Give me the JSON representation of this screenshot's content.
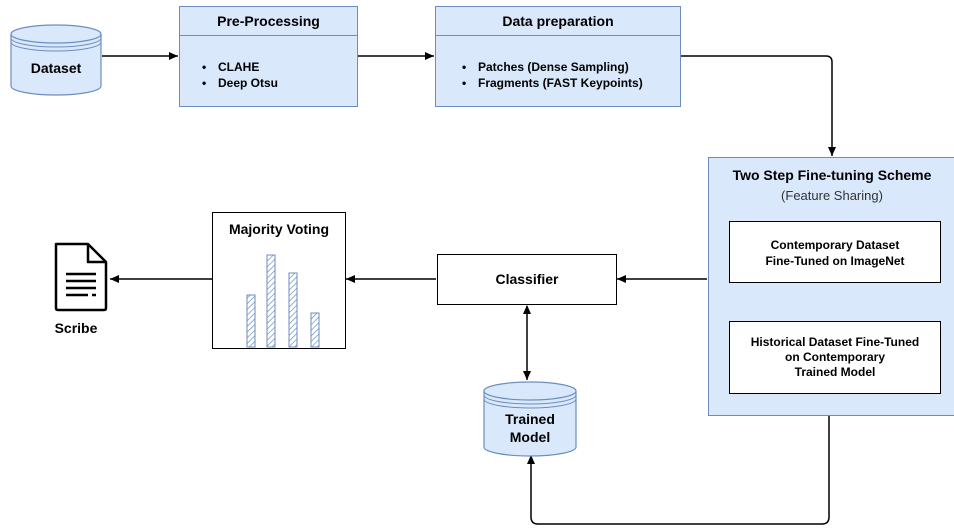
{
  "dataset": {
    "label": "Dataset"
  },
  "preprocessing": {
    "title": "Pre-Processing",
    "items": [
      "CLAHE",
      "Deep Otsu"
    ]
  },
  "data_preparation": {
    "title": "Data preparation",
    "items": [
      "Patches (Dense Sampling)",
      "Fragments (FAST Keypoints)"
    ]
  },
  "finetuning": {
    "title": "Two Step Fine-tuning Scheme",
    "subtitle": "(Feature Sharing)",
    "step1": [
      "Contemporary Dataset",
      "Fine-Tuned on ImageNet"
    ],
    "step2": [
      "Historical Dataset Fine-Tuned",
      "on Contemporary",
      "Trained Model"
    ]
  },
  "classifier": {
    "label": "Classifier"
  },
  "majority_voting": {
    "title": "Majority Voting"
  },
  "trained_model": {
    "line1": "Trained",
    "line2": "Model"
  },
  "scribe": {
    "label": "Scribe",
    "icon": "document-icon"
  },
  "colors": {
    "box_fill": "#dae8fc",
    "box_border": "#6c8ebf",
    "bar_hatch": "#6c8ebf"
  }
}
